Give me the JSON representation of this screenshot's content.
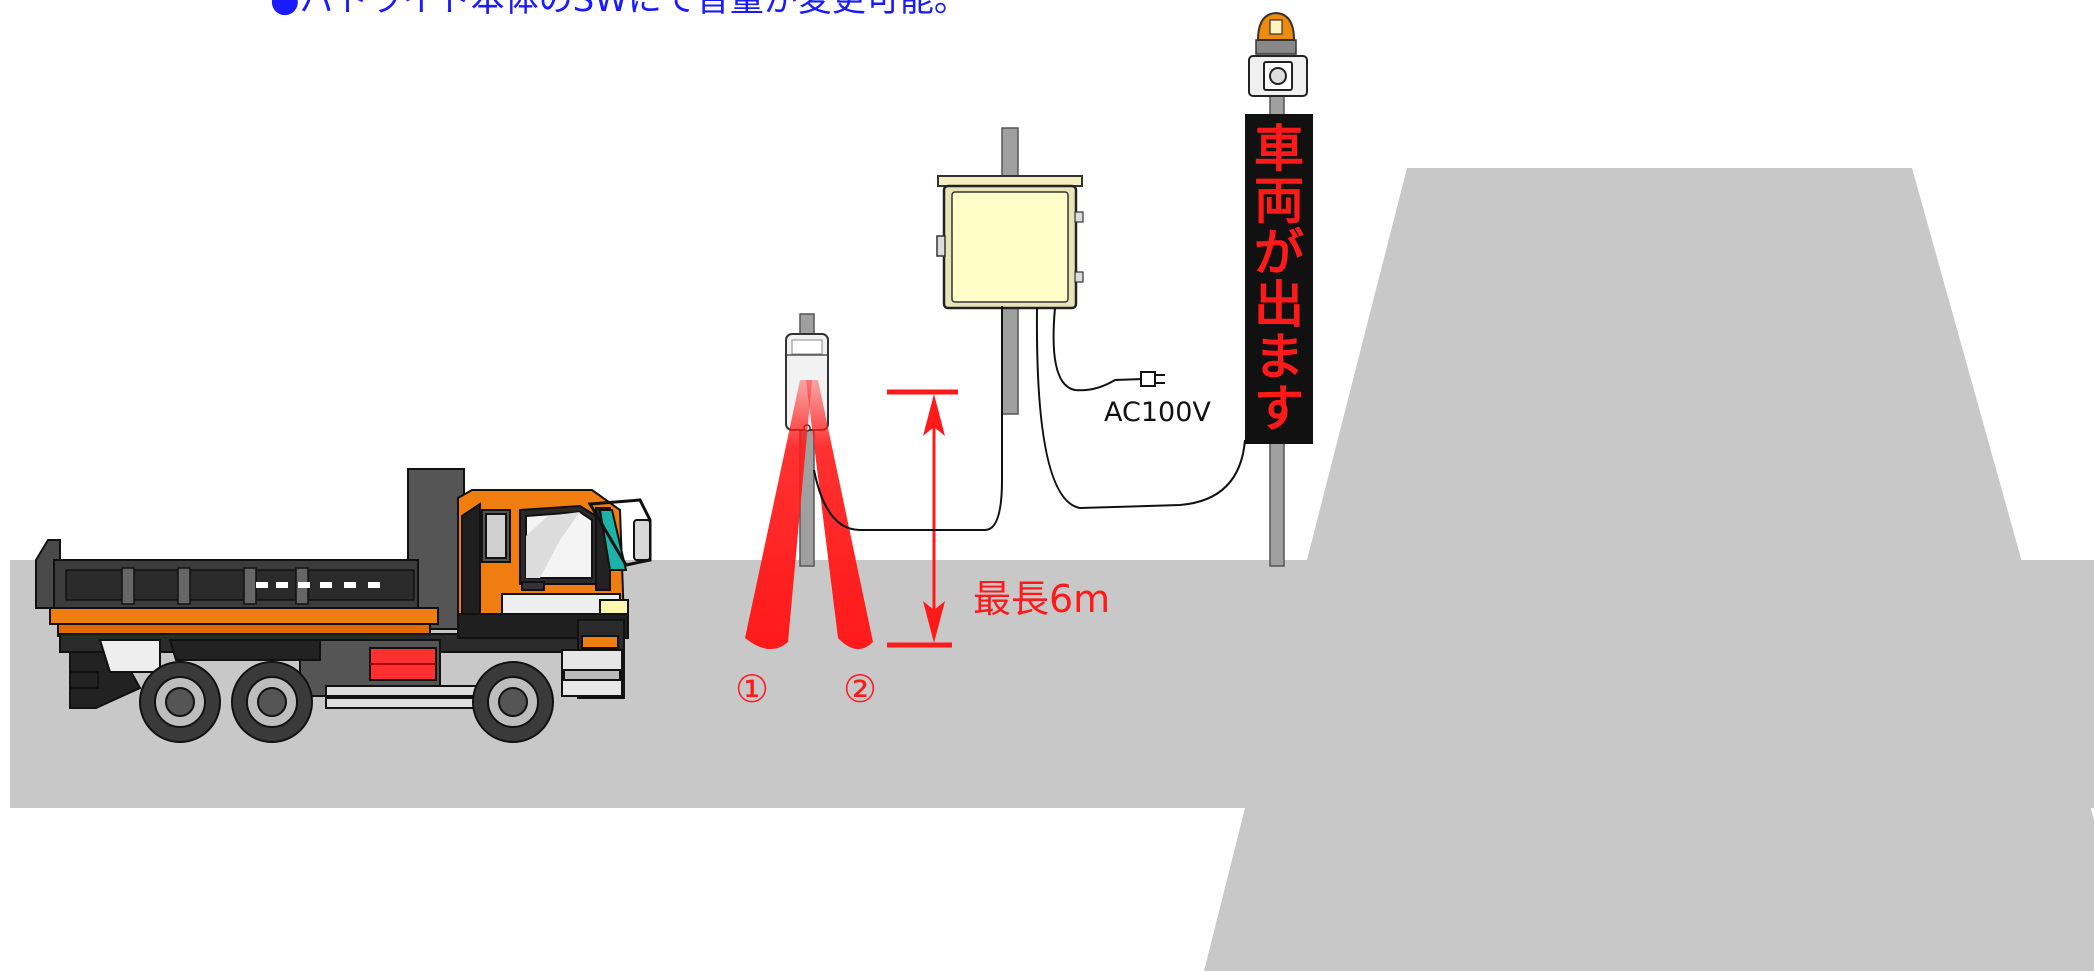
{
  "header": {
    "note": "●パトライト本体のSWにて音量が変更可能。"
  },
  "sign": {
    "message_chars": [
      "車",
      "両",
      "が",
      "出",
      "ま",
      "す"
    ]
  },
  "power": {
    "label": "AC100V"
  },
  "range": {
    "label": "最長6m"
  },
  "beams": {
    "beam1_label": "①",
    "beam2_label": "②"
  },
  "colors": {
    "ground": "#c8c8c8",
    "beam_red": "#ff1a1a",
    "sign_text": "#ff1a1a",
    "sign_bg": "#111111",
    "truck_orange": "#f07d0f",
    "headline_blue": "#1a1aff",
    "controller_screen": "#fffec8"
  },
  "icons": {
    "plug": "power-plug-icon",
    "rotating_light": "rotating-warning-light-icon",
    "speaker": "speaker-icon",
    "sensor": "infrared-sensor-icon"
  }
}
